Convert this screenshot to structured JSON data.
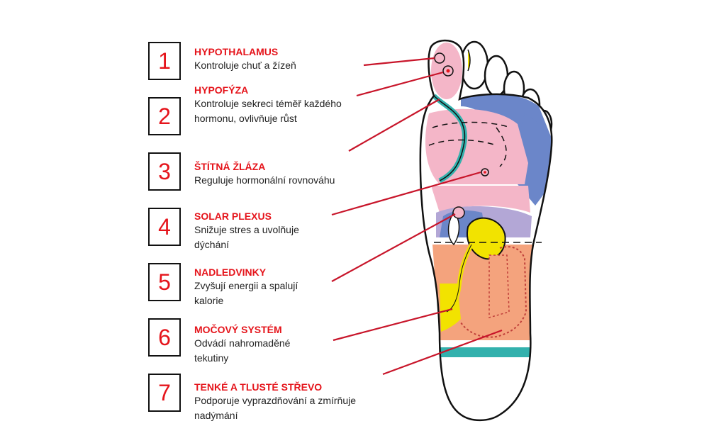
{
  "colors": {
    "accent_red": "#e5141b",
    "box_border": "#111111",
    "leader_line": "#c8152a",
    "foot_outline": "#111111",
    "zone_pink": "#f4b6c8",
    "zone_blue": "#6b86c9",
    "zone_teal": "#33b1ad",
    "zone_yellow": "#f2e300",
    "zone_orange": "#f4a37d",
    "zone_lavender": "#b3a7d6"
  },
  "items": [
    {
      "number": "1",
      "title": "HYPOTHALAMUS",
      "desc": "Kontroluje chuť a žízeň"
    },
    {
      "number": "2",
      "title": "HYPOFÝZA",
      "desc": "Kontroluje sekreci téměř každého hormonu, ovlivňuje růst"
    },
    {
      "number": "3",
      "title": "ŠTÍTNÁ ŽLÁZA",
      "desc": "Reguluje hormonální rovnováhu"
    },
    {
      "number": "4",
      "title": "SOLAR PLEXUS",
      "desc": "Snižuje stres a uvolňuje dýchání"
    },
    {
      "number": "5",
      "title": "NADLEDVINKY",
      "desc": "Zvyšují energii a spalují kalorie"
    },
    {
      "number": "6",
      "title": "MOČOVÝ SYSTÉM",
      "desc": "Odvádí nahromaděné tekutiny"
    },
    {
      "number": "7",
      "title": "TENKÉ A TLUSTÉ STŘEVO",
      "desc": "Podporuje vyprazdňování a zmírňuje nadýmání"
    }
  ]
}
